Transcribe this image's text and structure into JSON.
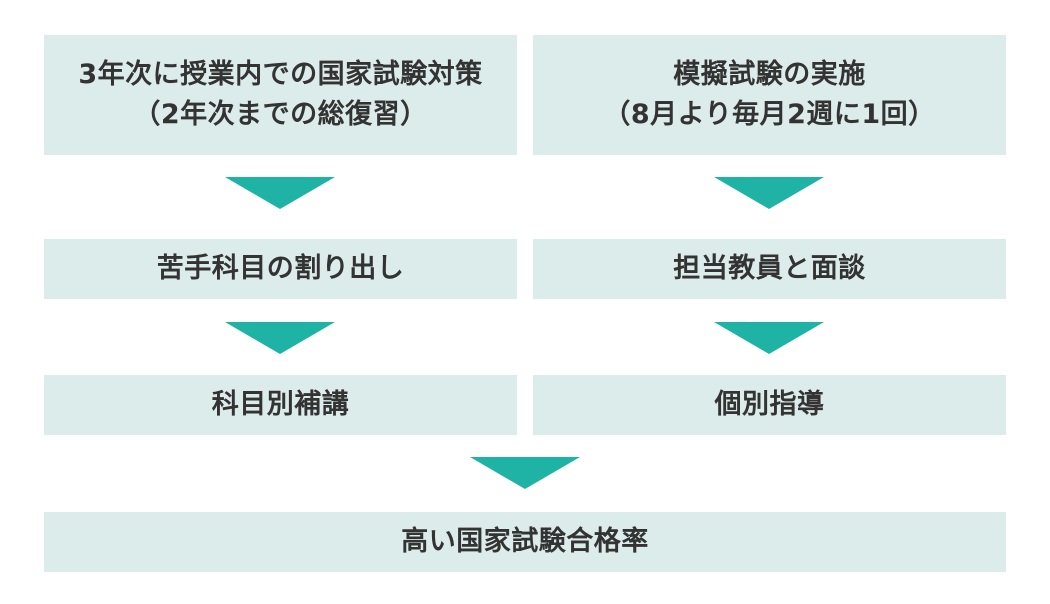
{
  "colors": {
    "box_fill": "#dcecea",
    "arrow": "#1fb3a6",
    "text": "#333333"
  },
  "left": {
    "step1": {
      "line1": "3年次に授業内での国家試験対策",
      "line2": "（2年次までの総復習）"
    },
    "step2": "苦手科目の割り出し",
    "step3": "科目別補講"
  },
  "right": {
    "step1": {
      "line1": "模擬試験の実施",
      "line2": "（8月より毎月2週に1回）"
    },
    "step2": "担当教員と面談",
    "step3": "個別指導"
  },
  "result": "高い国家試験合格率"
}
